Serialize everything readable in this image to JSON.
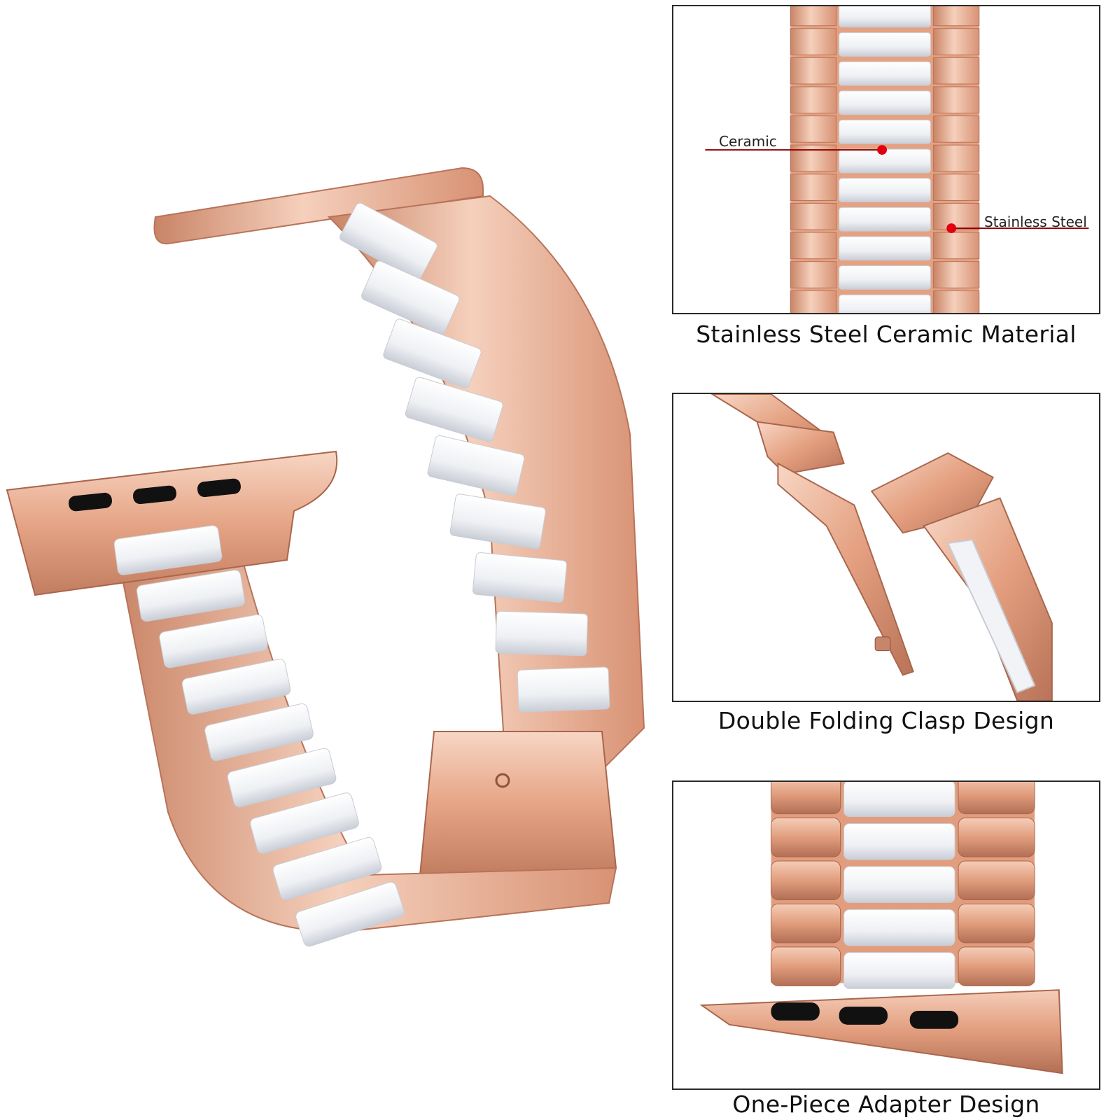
{
  "colors": {
    "rose_gold": "#e8a98a",
    "rose_light": "#f6d2be",
    "rose_dark": "#b8735a",
    "ceramic": "#f4f5f8",
    "marker_red": "#e0000f",
    "leader_line": "#8b0000"
  },
  "panels": [
    {
      "caption": "Stainless Steel Ceramic Material",
      "labels": {
        "ceramic": "Ceramic",
        "steel": "Stainless Steel"
      }
    },
    {
      "caption": "Double Folding Clasp Design"
    },
    {
      "caption": "One-Piece Adapter Design"
    }
  ],
  "icons": [
    "link-arrow-icon",
    "adapter-slot-icon",
    "red-marker-dot-icon"
  ]
}
